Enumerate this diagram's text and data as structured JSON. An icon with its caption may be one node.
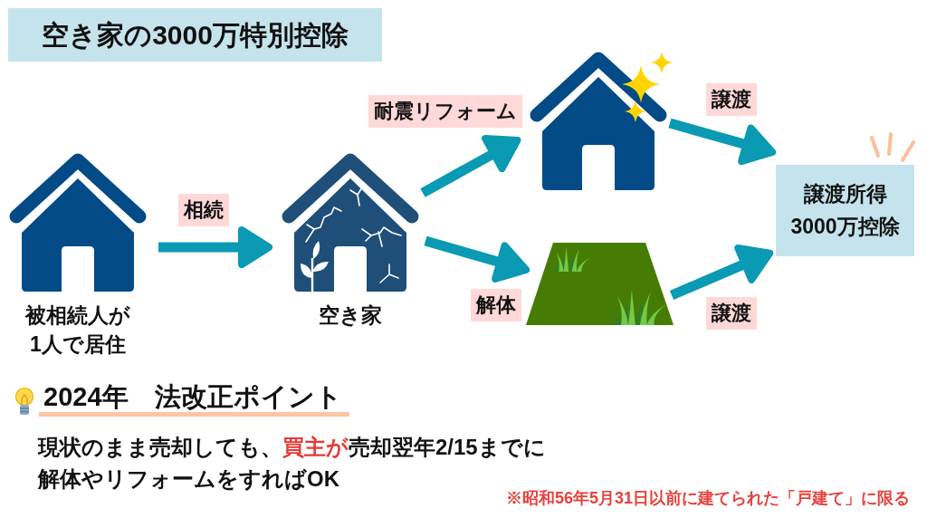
{
  "diagram": {
    "title": "空き家の3000万特別控除",
    "nodes": [
      {
        "text": [],
        "shape": "picture",
        "beside": [
          "被相続人が1人で居住"
        ]
      },
      {
        "text": [],
        "shape": "picture",
        "beside": [
          "空き家"
        ]
      },
      {
        "text": [],
        "shape": "picture"
      },
      {
        "text": [],
        "shape": "picture"
      },
      {
        "text": [
          "譲渡所得3000万控除"
        ]
      }
    ],
    "edges": [
      {
        "from": 0,
        "to": 1,
        "arrow": "to",
        "label": "相続"
      },
      {
        "from": 1,
        "to": 2,
        "arrow": "to",
        "label": "耐震リフォーム"
      },
      {
        "from": 1,
        "to": 3,
        "arrow": "to",
        "label": "解体"
      },
      {
        "from": 2,
        "to": 4,
        "arrow": "to",
        "label": "譲渡"
      },
      {
        "from": 3,
        "to": 4,
        "arrow": "to",
        "label": "譲渡"
      }
    ],
    "labels": [
      "2024年　法改正ポイント",
      "現状のまま売却しても、**買主が**売却翌年2/15までに解体やリフォームをすればOK",
      "※昭和56年5月31日以前に建てられた「戸建て」に限る"
    ]
  }
}
